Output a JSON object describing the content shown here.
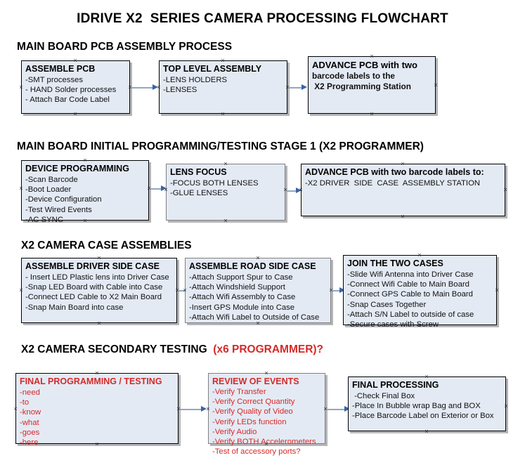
{
  "document": {
    "title": "IDRIVE X2  SERIES CAMERA PROCESSING FLOWCHART",
    "background_color": "#ffffff",
    "box_fill_color": "#e4eaf4",
    "box_border_color": "#000000",
    "box_border_color_alt": "#808080",
    "accent_red": "#d42a2a",
    "connector_color": "#8fa8c4",
    "arrowhead_color": "#3a63a8"
  },
  "sections": [
    {
      "id": "main-board-pcb-assembly",
      "heading": "MAIN BOARD PCB ASSEMBLY PROCESS",
      "heading_accent": "",
      "nodes": [
        {
          "id": "assemble-pcb",
          "title": "ASSEMBLE PCB",
          "title_color": "black",
          "lines": [
            "-SMT processes",
            "- HAND Solder processes",
            "- Attach Bar Code Label"
          ]
        },
        {
          "id": "top-level-assembly",
          "title": "TOP LEVEL ASSEMBLY",
          "title_color": "black",
          "lines": [
            "-LENS HOLDERS",
            "-LENSES"
          ]
        },
        {
          "id": "advance-pcb-to-x2-programming-station",
          "title": "ADVANCE PCB with two",
          "title_color": "black",
          "lines": [
            "barcode labels to the",
            " X2 Programming Station"
          ]
        }
      ]
    },
    {
      "id": "main-board-initial-programming",
      "heading": "MAIN BOARD INITIAL PROGRAMMING/TESTING STAGE 1 (X2 PROGRAMMER)",
      "heading_accent": "",
      "nodes": [
        {
          "id": "device-programming",
          "title": "DEVICE PROGRAMMING",
          "title_color": "black",
          "lines": [
            "-Scan Barcode",
            "-Boot Loader",
            "-Device Configuration",
            "-Test Wired Events",
            "-AC SYNC"
          ]
        },
        {
          "id": "lens-focus",
          "title": "LENS FOCUS",
          "title_color": "black",
          "lines": [
            "-FOCUS BOTH LENSES",
            "-GLUE LENSES"
          ]
        },
        {
          "id": "advance-pcb-to-driver-side-case-station",
          "title": "ADVANCE PCB with two barcode labels to:",
          "title_color": "black",
          "lines": [
            "-X2 DRIVER  SIDE  CASE  ASSEMBLY STATION"
          ]
        }
      ]
    },
    {
      "id": "x2-camera-case-assemblies",
      "heading": "X2 CAMERA CASE ASSEMBLIES",
      "heading_accent": "",
      "nodes": [
        {
          "id": "assemble-driver-side-case",
          "title": "ASSEMBLE DRIVER SIDE CASE",
          "title_color": "black",
          "lines": [
            "- Insert LED Plastic lens into Driver Case",
            "-Snap LED Board with Cable into Case",
            "-Connect LED Cable to X2 Main Board",
            "-Snap Main Board into case"
          ]
        },
        {
          "id": "assemble-road-side-case",
          "title": "ASSEMBLE ROAD SIDE CASE",
          "title_color": "black",
          "lines": [
            "-Attach Support Spur to Case",
            "-Attach Windshield Support",
            "-Attach Wifi Assembly to Case",
            "-Insert GPS Module into Case",
            "-Attach Wifi Label to Outside of Case"
          ]
        },
        {
          "id": "join-the-two-cases",
          "title": "JOIN THE TWO CASES",
          "title_color": "black",
          "lines": [
            "-Slide Wifi Antenna into Driver Case",
            "-Connect Wifi Cable to Main Board",
            "-Connect GPS Cable to Main Board",
            "-Snap Cases Together",
            "-Attach S/N Label to outside of case",
            "-Secure cases with Screw"
          ]
        }
      ]
    },
    {
      "id": "x2-camera-secondary-testing",
      "heading": "X2 CAMERA SECONDARY TESTING  ",
      "heading_accent": "(x6 PROGRAMMER)?",
      "nodes": [
        {
          "id": "final-programming-testing",
          "title": "FINAL PROGRAMMING / TESTING",
          "title_color": "red",
          "lines": [
            "-need",
            "-to",
            "-know",
            "-what",
            "-goes",
            "-here"
          ]
        },
        {
          "id": "review-of-events",
          "title": "REVIEW OF EVENTS",
          "title_color": "red",
          "lines": [
            "-Verify Transfer",
            "-Verify Correct Quantity",
            "-Verify Quality of Video",
            "-Verify LEDs function",
            "-Verify Audio",
            "-Verify BOTH Accelerometers",
            "-Test of accessory ports?"
          ]
        },
        {
          "id": "final-processing",
          "title": "FINAL PROCESSING",
          "title_color": "black",
          "lines": [
            " -Check Final Box",
            "-Place In Bubble wrap Bag and BOX",
            "-Place Barcode Label on Exterior or Box"
          ]
        }
      ]
    }
  ]
}
